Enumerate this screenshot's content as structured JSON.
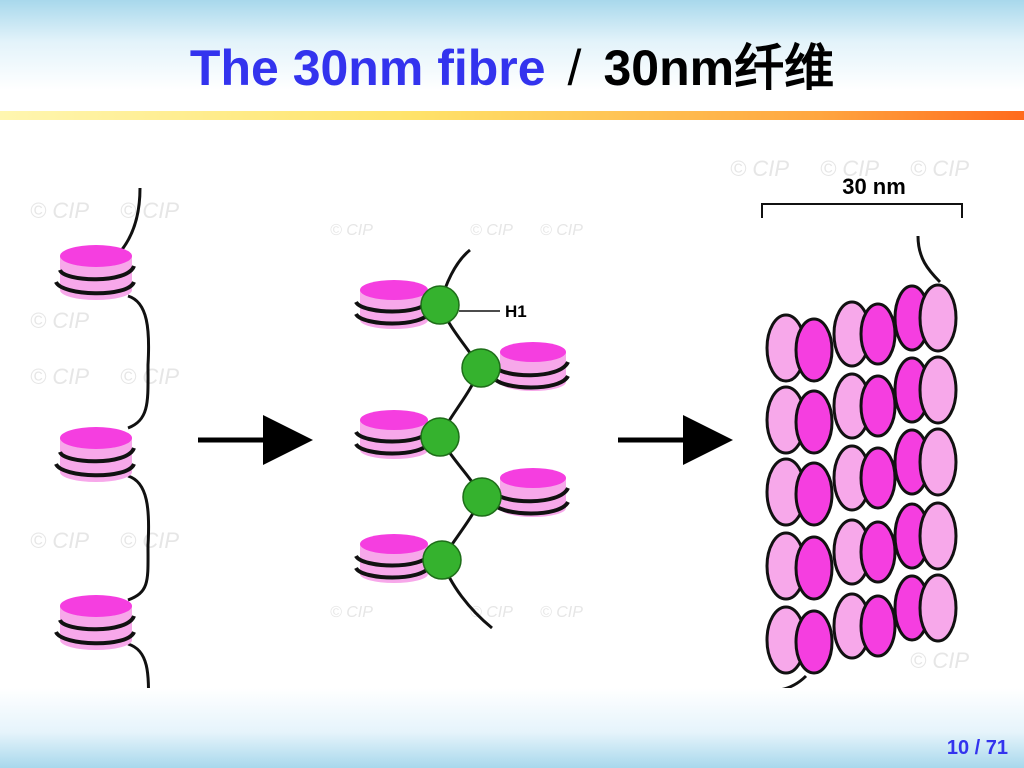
{
  "slide": {
    "title_en": "The 30nm fibre",
    "title_separator": "/",
    "title_zh": "30nm纤维",
    "page_number": "10 / 71",
    "watermark": "© CIP"
  },
  "diagram": {
    "h1_label": "H1",
    "scale_label": "30 nm",
    "colors": {
      "histone": "#f53ee0",
      "histone_side": "#f7a8ea",
      "linker_h1": "#35b22e",
      "dna": "#111111"
    }
  }
}
